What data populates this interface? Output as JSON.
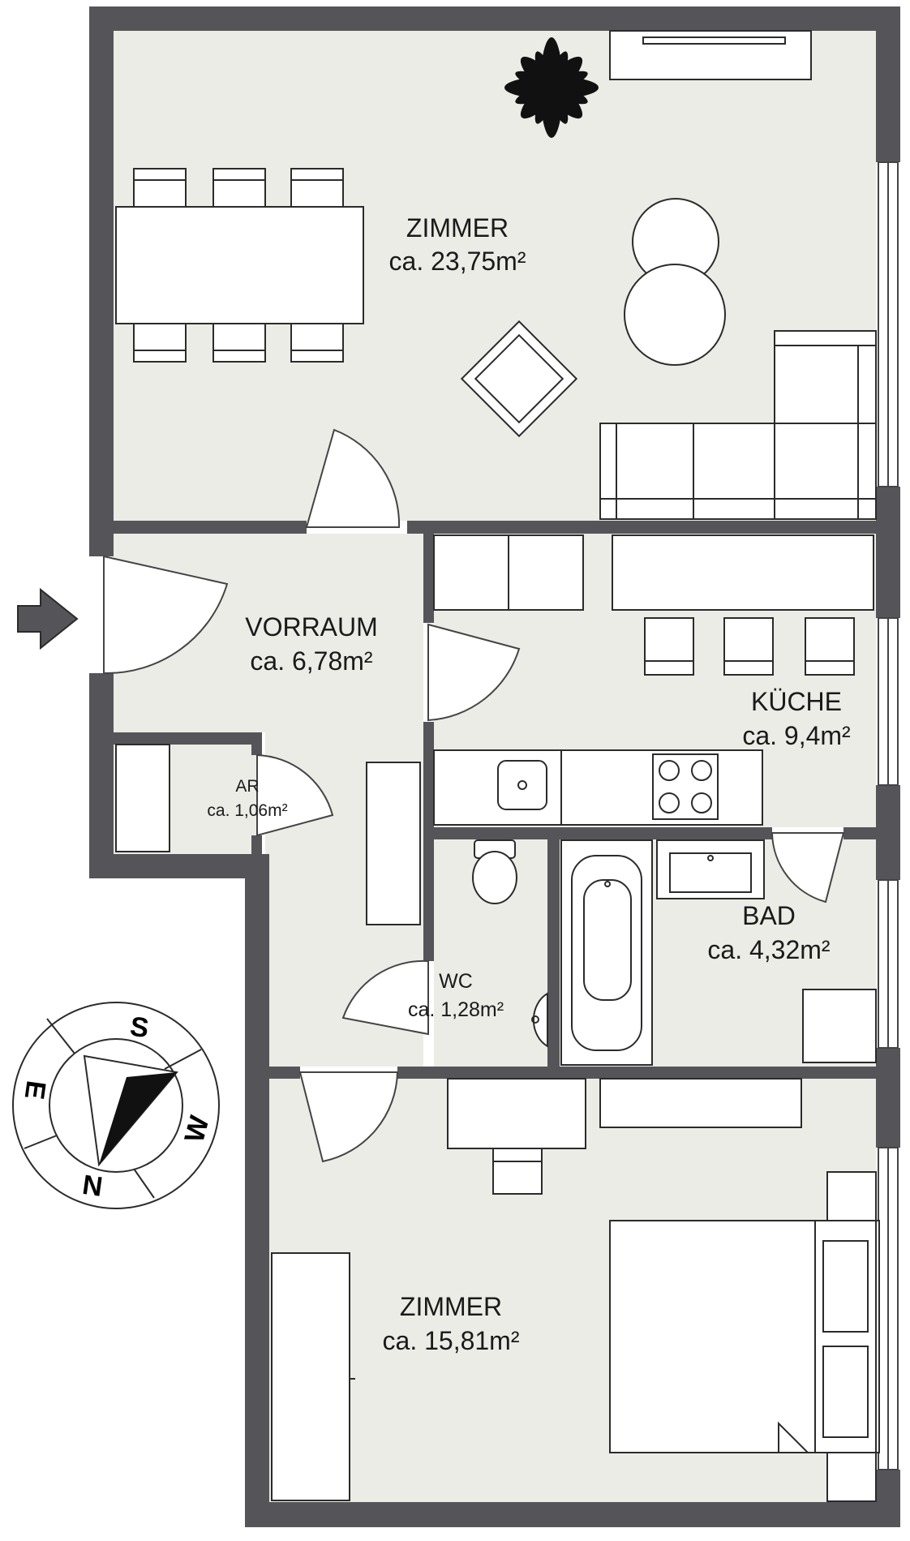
{
  "rooms": [
    {
      "id": "zimmer-1",
      "name": "ZIMMER",
      "area": "ca. 23,75m²"
    },
    {
      "id": "vorraum",
      "name": "VORRAUM",
      "area": "ca. 6,78m²"
    },
    {
      "id": "kueche",
      "name": "KÜCHE",
      "area": "ca. 9,4m²"
    },
    {
      "id": "ar",
      "name": "AR",
      "area": "ca. 1,06m²"
    },
    {
      "id": "bad",
      "name": "BAD",
      "area": "ca. 4,32m²"
    },
    {
      "id": "wc",
      "name": "WC",
      "area": "ca. 1,28m²"
    },
    {
      "id": "zimmer-2",
      "name": "ZIMMER",
      "area": "ca. 15,81m²"
    }
  ],
  "compass": {
    "north": "N",
    "south": "S",
    "east": "E",
    "west": "W"
  },
  "colors": {
    "wall": "#555559",
    "floor": "#ecece6",
    "furniture": "#ffffff",
    "line": "#2b2b2b"
  },
  "icons": {
    "entrance": "entrance-arrow-icon",
    "compass": "compass-rose-icon"
  }
}
